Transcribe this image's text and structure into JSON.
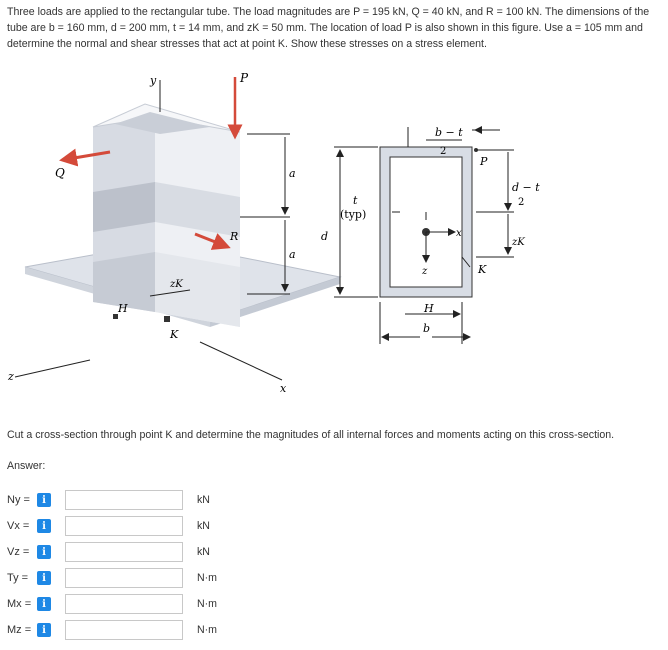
{
  "problem": {
    "text": "Three loads are applied to the rectangular tube. The load magnitudes are P = 195 kN, Q = 40 kN, and R = 100 kN. The dimensions of the tube are b = 160 mm, d = 200 mm, t = 14 mm, and zK = 50 mm. The location of load P is also shown in this figure. Use a = 105 mm and determine the normal and shear stresses that act at point K. Show these stresses on a stress element."
  },
  "figure": {
    "labels": {
      "y": "y",
      "P": "P",
      "Q": "Q",
      "R": "R",
      "a_top": "a",
      "a_bot": "a",
      "zK": "zK",
      "H": "H",
      "K": "K",
      "x": "x",
      "z": "z",
      "t": "t",
      "typ": "(typ)",
      "d": "d",
      "b_minus_t": "b − t",
      "two_top": "2",
      "P_sec": "P",
      "d_minus_t": "d − t",
      "two_right": "2",
      "zK_sec": "zK",
      "K_sec": "K",
      "x_sec": "x",
      "z_sec": "z",
      "H_sec": "H",
      "b_sec": "b"
    }
  },
  "instruction": "Cut a cross-section through point K and determine the magnitudes of all internal forces and moments acting on this cross-section.",
  "answer_label": "Answer:",
  "rows": [
    {
      "label": "Ny =",
      "unit": "kN",
      "value": ""
    },
    {
      "label": "Vx =",
      "unit": "kN",
      "value": ""
    },
    {
      "label": "Vz =",
      "unit": "kN",
      "value": ""
    },
    {
      "label": "Ty =",
      "unit": "N·m",
      "value": ""
    },
    {
      "label": "Mx =",
      "unit": "N·m",
      "value": ""
    },
    {
      "label": "Mz =",
      "unit": "N·m",
      "value": ""
    }
  ],
  "info_glyph": "i",
  "colors": {
    "accent": "#1e88e5",
    "arrow": "#d44a3a"
  }
}
